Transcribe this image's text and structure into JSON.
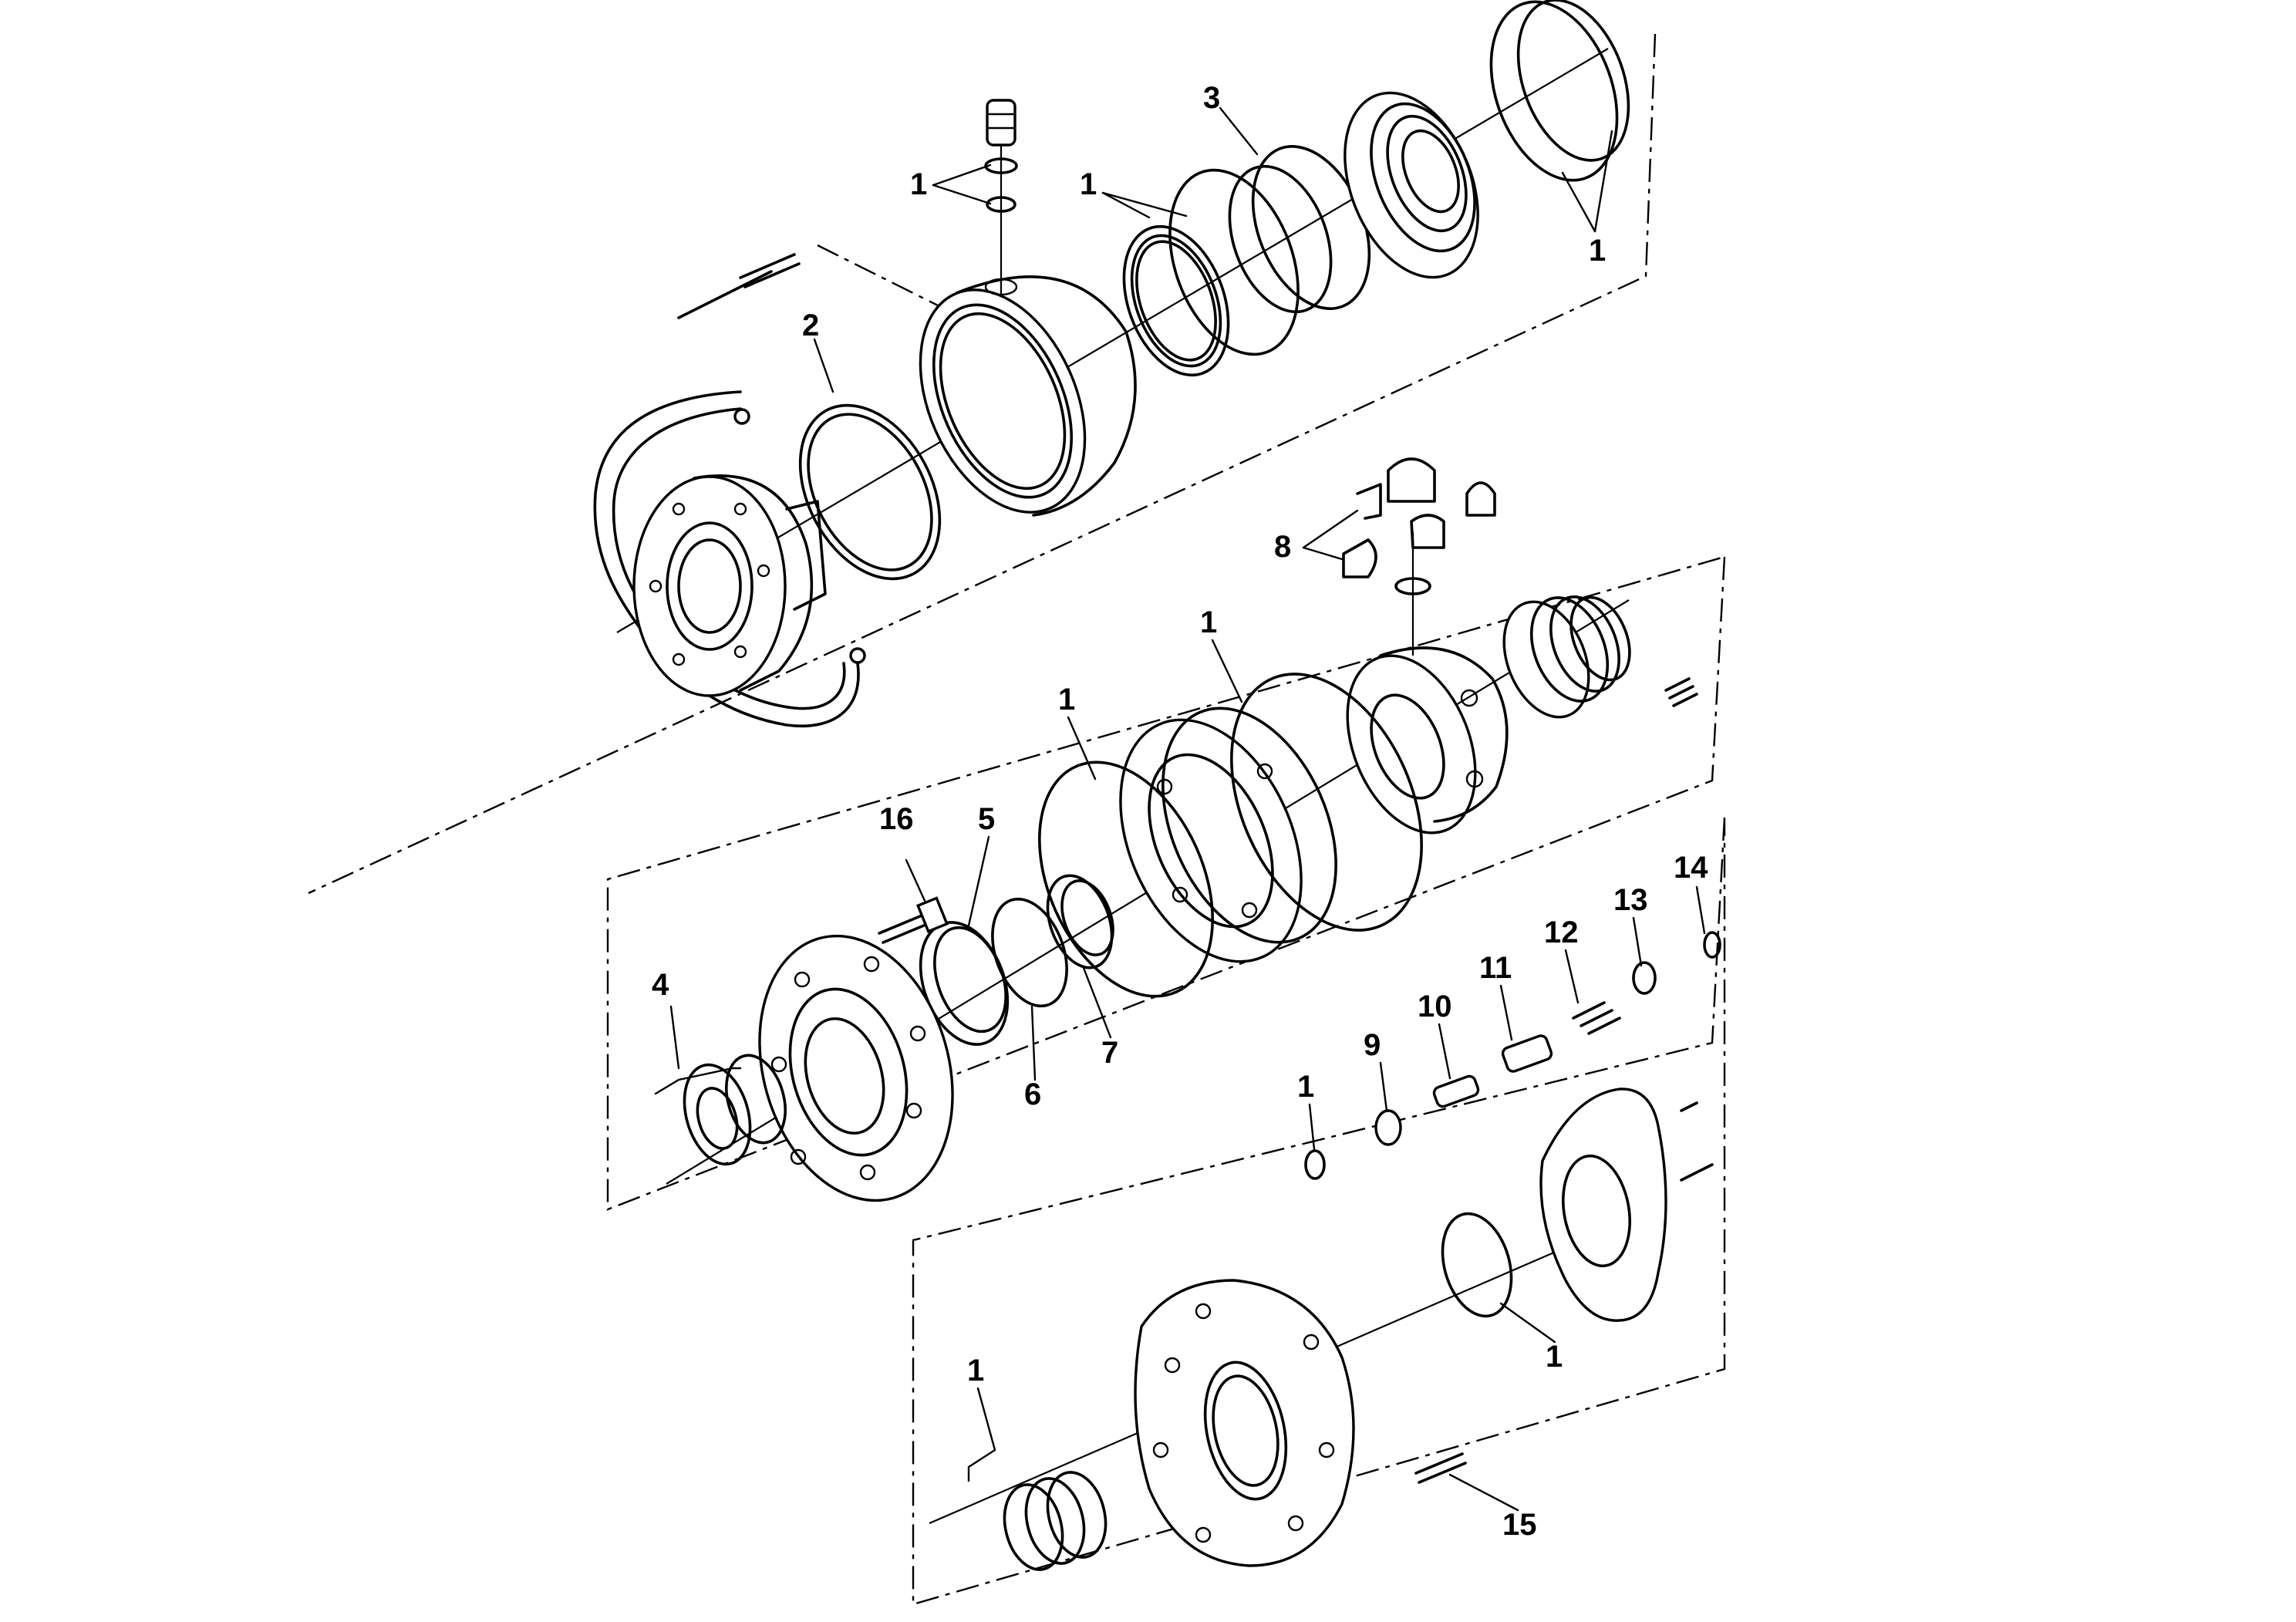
{
  "callouts": {
    "c1a": "1",
    "c1b": "1",
    "c3": "3",
    "c1c": "1",
    "c2": "2",
    "c8": "8",
    "c1d": "1",
    "c1e": "1",
    "c16": "16",
    "c5": "5",
    "c4": "4",
    "c6": "6",
    "c7": "7",
    "c14": "14",
    "c13": "13",
    "c12": "12",
    "c11": "11",
    "c10": "10",
    "c9": "9",
    "c1f": "1",
    "c1g": "1",
    "c1h": "1",
    "c15": "15"
  }
}
